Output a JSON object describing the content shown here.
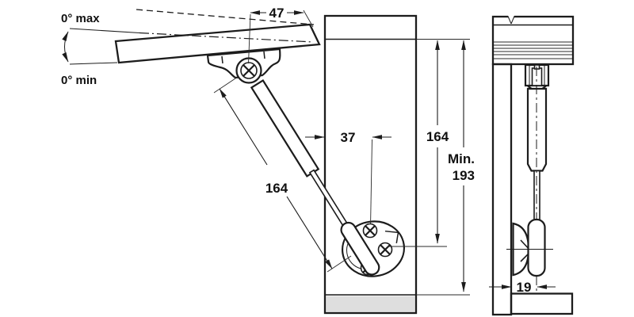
{
  "drawing": {
    "type": "technical-installation-drawing",
    "left_view": {
      "angle_max_label": "0° max",
      "angle_min_label": "0° min",
      "dim_flap_pivot_offset": "47",
      "dim_panel_pivot_offset": "37",
      "dim_strut_length": "164",
      "dim_top_to_pivot": "164",
      "dim_min_prefix": "Min.",
      "dim_min_value": "193"
    },
    "right_view": {
      "dim_side_clearance": "19"
    },
    "colors": {
      "panel_fill": "#d3d3d3",
      "flap_fill": "#d9d9d9",
      "top_section_fill": "#d6d6d6",
      "bottom_strip_fill": "#dedede",
      "line": "#1c1c1c",
      "background": "#ffffff"
    }
  }
}
